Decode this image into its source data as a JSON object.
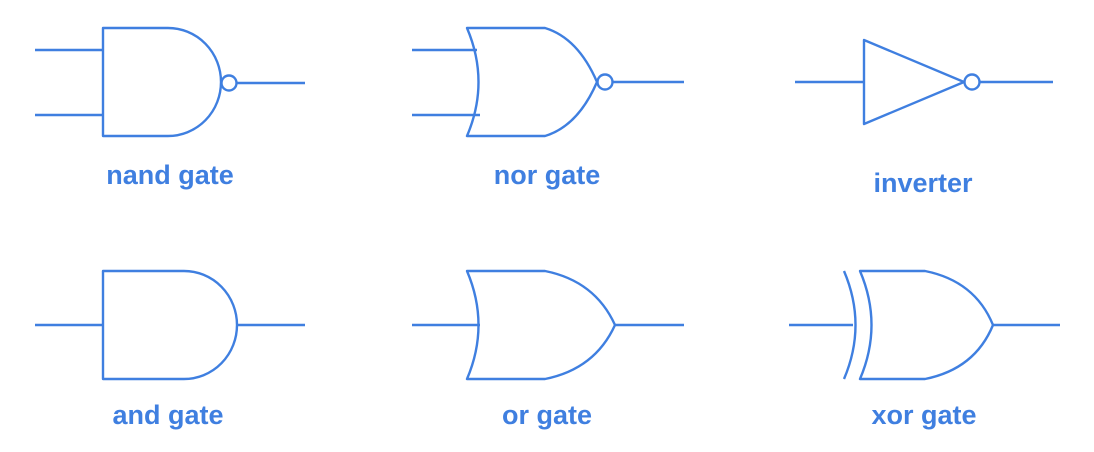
{
  "colors": {
    "stroke": "#3f7fe0",
    "label": "#3f7fe0",
    "background": "#ffffff"
  },
  "gates": {
    "nand": {
      "label": "nand gate",
      "symbol": "nand-gate-symbol"
    },
    "nor": {
      "label": "nor gate",
      "symbol": "nor-gate-symbol"
    },
    "inverter": {
      "label": "inverter",
      "symbol": "inverter-symbol"
    },
    "and": {
      "label": "and gate",
      "symbol": "and-gate-symbol"
    },
    "or": {
      "label": "or gate",
      "symbol": "or-gate-symbol"
    },
    "xor": {
      "label": "xor gate",
      "symbol": "xor-gate-symbol"
    }
  }
}
